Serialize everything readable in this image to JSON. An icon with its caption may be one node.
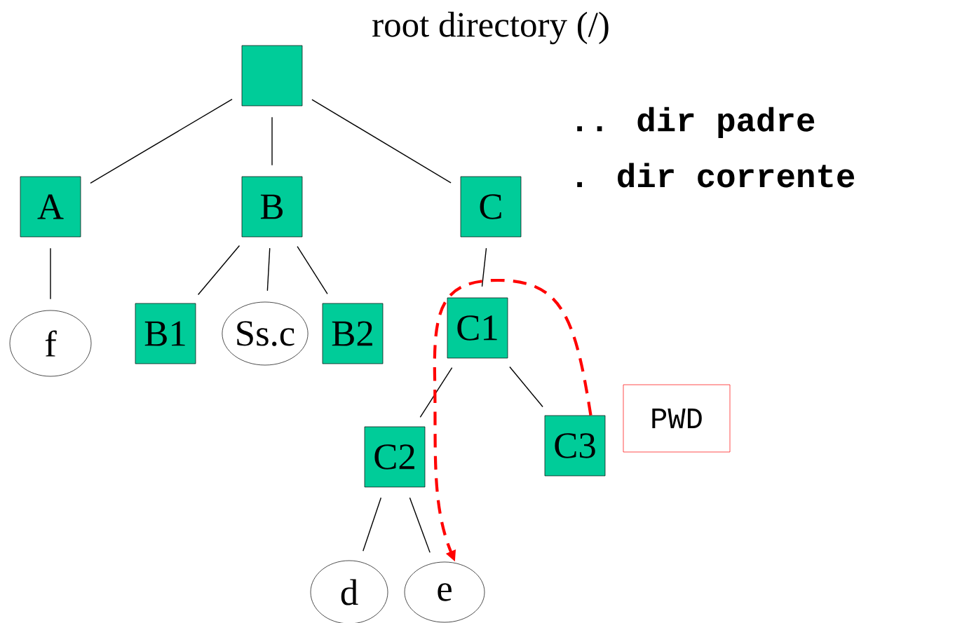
{
  "diagram": {
    "title": "root directory (/)",
    "nodes": [
      {
        "text": [],
        "shape": "box"
      },
      {
        "text": [
          "A"
        ]
      },
      {
        "text": [
          "B"
        ]
      },
      {
        "text": [
          "C"
        ]
      },
      {
        "text": [
          "f"
        ]
      },
      {
        "text": [
          "B1"
        ]
      },
      {
        "text": [
          "Ss.c"
        ]
      },
      {
        "text": [
          "B2"
        ]
      },
      {
        "text": [
          "C1"
        ]
      },
      {
        "text": [
          "C2"
        ]
      },
      {
        "text": [
          "C3"
        ]
      },
      {
        "text": [
          "d"
        ]
      },
      {
        "text": [
          "e"
        ]
      },
      {
        "text": [
          "PWD"
        ]
      }
    ],
    "edges": [
      {
        "from": 0,
        "to": 1,
        "arrow": "none"
      },
      {
        "from": 0,
        "to": 2,
        "arrow": "none"
      },
      {
        "from": 0,
        "to": 3,
        "arrow": "none"
      },
      {
        "from": 1,
        "to": 4,
        "arrow": "none"
      },
      {
        "from": 2,
        "to": 5,
        "arrow": "none"
      },
      {
        "from": 2,
        "to": 6,
        "arrow": "none"
      },
      {
        "from": 2,
        "to": 7,
        "arrow": "none"
      },
      {
        "from": 3,
        "to": 8,
        "arrow": "none"
      },
      {
        "from": 8,
        "to": 9,
        "arrow": "none"
      },
      {
        "from": 8,
        "to": 10,
        "arrow": "none"
      },
      {
        "from": 9,
        "to": 11,
        "arrow": "none"
      },
      {
        "from": 9,
        "to": 12,
        "arrow": "none"
      },
      {
        "from": 10,
        "to": 12,
        "arrow": "to",
        "style": "dashed",
        "color": "#ff0000"
      }
    ],
    "labels": [
      ".. dir padre",
      ". dir corrente"
    ]
  }
}
